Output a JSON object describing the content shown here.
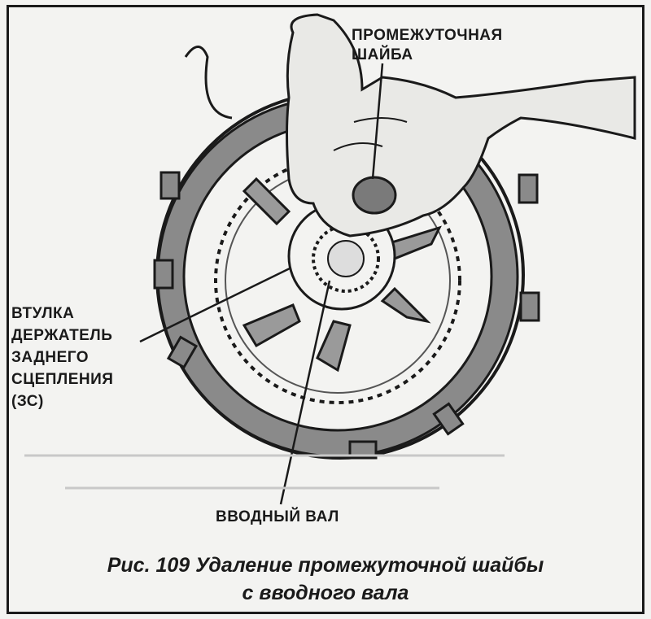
{
  "labels": {
    "washer": {
      "line1": "ПРОМЕЖУТОЧНАЯ",
      "line2": "ШАЙБА"
    },
    "hub": {
      "line1": "ВТУЛКА",
      "line2": "ДЕРЖАТЕЛЬ",
      "line3": "ЗАДНЕГО",
      "line4": "СЦЕПЛЕНИЯ",
      "line5": "(ЗС)"
    },
    "shaft": "ВВОДНЫЙ ВАЛ"
  },
  "caption": {
    "line1": "Рис. 109 Удаление промежуточной шайбы",
    "line2": "с вводного вала"
  },
  "colors": {
    "ink": "#1a1a1a",
    "paper": "#f3f3f1",
    "ring": "#8a8a8a",
    "skin": "#e9e9e6"
  }
}
